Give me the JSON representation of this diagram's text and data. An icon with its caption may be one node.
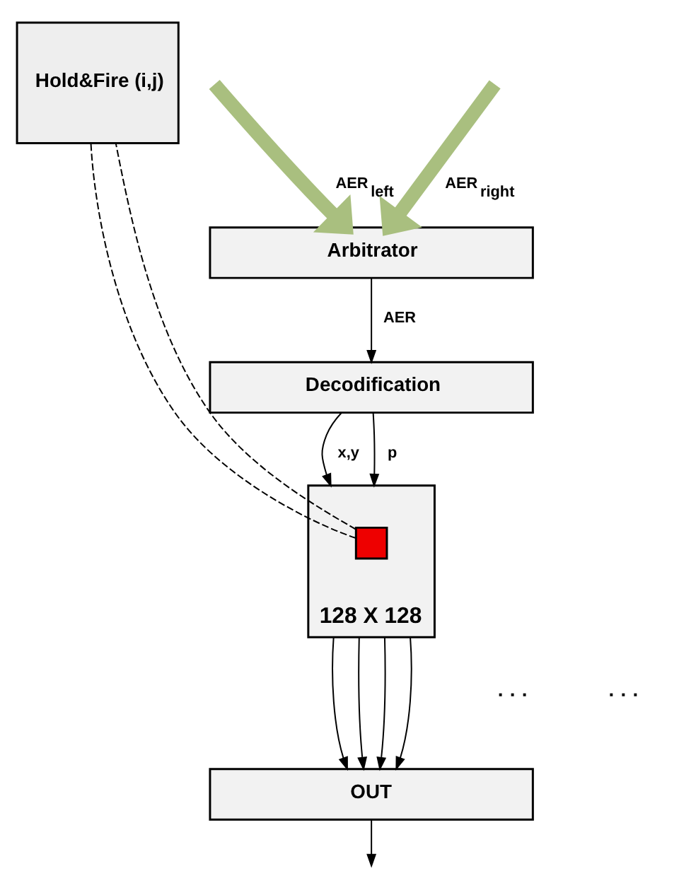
{
  "diagram": {
    "nodes": [
      {
        "text": [
          "Arbitrator"
        ]
      },
      {
        "text": [
          "Decodification"
        ]
      },
      {
        "text": [
          "128 X 128"
        ]
      },
      {
        "text": [],
        "shape": "box",
        "in": 2
      },
      {
        "text": [
          "Hold&Fire (i,j)"
        ]
      },
      {
        "text": [
          "OUT"
        ]
      }
    ],
    "edges": [
      {
        "from": null,
        "to": 0,
        "arrow": "to",
        "label": "AER$_{left}$",
        "style": "thick",
        "color": "#a9bf7f"
      },
      {
        "from": null,
        "to": 0,
        "arrow": "to",
        "label": "AER$_{right}$",
        "style": "thick",
        "color": "#a9bf7f"
      },
      {
        "from": 0,
        "to": 1,
        "arrow": "to",
        "label": "AER"
      },
      {
        "from": 1,
        "to": 2,
        "arrow": "to",
        "label": "x,y"
      },
      {
        "from": 1,
        "to": 2,
        "arrow": "to",
        "label": "p"
      },
      {
        "from": 3,
        "to": 4,
        "arrow": "none",
        "style": "dashed"
      },
      {
        "from": 3,
        "to": 4,
        "arrow": "none",
        "style": "dashed"
      },
      {
        "from": 2,
        "to": 5,
        "arrow": "to"
      },
      {
        "from": 2,
        "to": 5,
        "arrow": "to"
      },
      {
        "from": 2,
        "to": 5,
        "arrow": "to"
      },
      {
        "from": 2,
        "to": 5,
        "arrow": "to"
      },
      {
        "from": 5,
        "to": null,
        "arrow": "to"
      }
    ],
    "labels": [
      "· · ·",
      "· · ·"
    ]
  }
}
